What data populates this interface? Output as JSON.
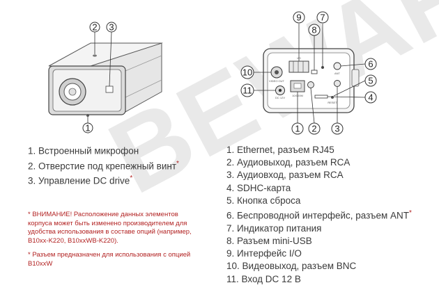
{
  "watermark": "BEWARD",
  "left_list": {
    "items": [
      {
        "text": "1. Встроенный микрофон",
        "star": ""
      },
      {
        "text": "2. Отверстие под крепежный винт",
        "star": "*"
      },
      {
        "text": "3. Управление DC drive",
        "star": "*"
      }
    ]
  },
  "right_list": {
    "items": [
      "1. Ethernet, разъем RJ45",
      "2. Аудиовыход, разъем RCA",
      "3. Аудиовход, разъем RCA",
      "4. SDHC-карта",
      "5. Кнопка сброса",
      "6. Беспроводной интерфейс, разъем ANT",
      "7. Индикатор питания",
      "8. Разъем mini-USB",
      "9. Интерфейс I/O",
      "10. Видеовыход, разъем BNC",
      "11. Вход DC 12 В"
    ],
    "item6_star": "*"
  },
  "notes": {
    "note1": "* ВНИМАНИЕ! Расположение данных элементов корпуса может быть изменено производителем для удобства использования в составе опций (например, B10xx-K220, B10xxWB-K220).",
    "note2": "* Разъем предназначен для использования с опцией B10xxW"
  },
  "callouts_front": [
    "1",
    "2",
    "3"
  ],
  "callouts_back": [
    "9",
    "7",
    "8",
    "10",
    "6",
    "5",
    "11",
    "4",
    "1",
    "2",
    "3"
  ],
  "panel_labels": {
    "video_out": "VIDEO OUT",
    "dc": "DC 12V",
    "lan": "10/100M",
    "ant": "ANT",
    "reset": "RESET",
    "io": "I/O"
  }
}
